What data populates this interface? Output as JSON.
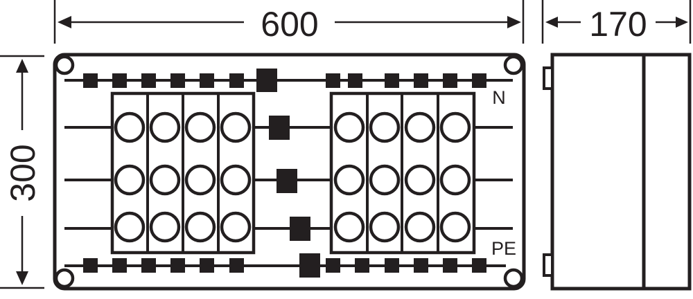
{
  "drawing": {
    "title": "Distribution enclosure dimension drawing",
    "stroke_color": "#231f20",
    "background": "#ffffff",
    "units": "mm"
  },
  "dimensions": {
    "width": {
      "value": "600"
    },
    "height": {
      "value": "300"
    },
    "depth": {
      "value": "170"
    }
  },
  "labels": {
    "neutral_bus": "N",
    "earth_bus": "PE"
  },
  "front_view": {
    "breaker_blocks": [
      {
        "name": "left",
        "columns": 4,
        "rows": 3
      },
      {
        "name": "right",
        "columns": 4,
        "rows": 3
      }
    ],
    "phase_rows": 3,
    "n_bus_small_terminals": 12,
    "pe_bus_small_terminals": 12
  },
  "side_view": {
    "hinges": 2,
    "sections": 2
  }
}
